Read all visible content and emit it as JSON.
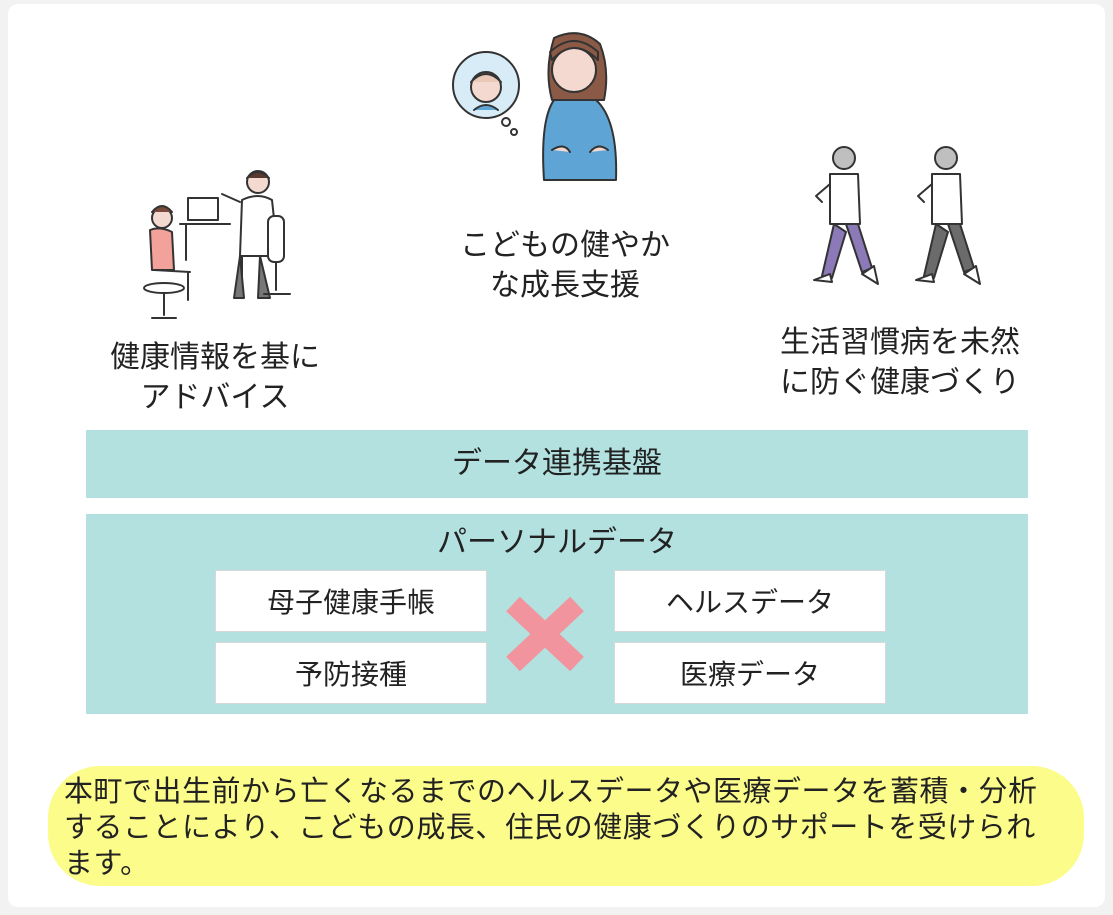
{
  "scenes": {
    "advice": {
      "caption": "健康情報を基に\nアドバイス"
    },
    "child": {
      "caption": "こどもの健やか\nな成長支援"
    },
    "lifestyle": {
      "caption": "生活習慣病を未然\nに防ぐ健康づくり"
    }
  },
  "platform": {
    "label": "データ連携基盤"
  },
  "personal": {
    "title": "パーソナルデータ",
    "left_items": [
      "母子健康手帳",
      "予防接種"
    ],
    "right_items": [
      "ヘルスデータ",
      "医療データ"
    ],
    "cross_icon": "cross-icon"
  },
  "summary": {
    "text": "本町で出生前から亡くなるまでのヘルスデータや医療データを蓄積・分析することにより、こどもの成長、住民の健康づくりのサポートを受けられます。"
  },
  "colors": {
    "band": "#b2e1e0",
    "summary_bg": "#fcfc8a",
    "cross": "#f2949e",
    "pregnant_top": "#5ea5d6",
    "walker_pants_1": "#8c7ab8",
    "walker_pants_2": "#6b6b6b"
  }
}
